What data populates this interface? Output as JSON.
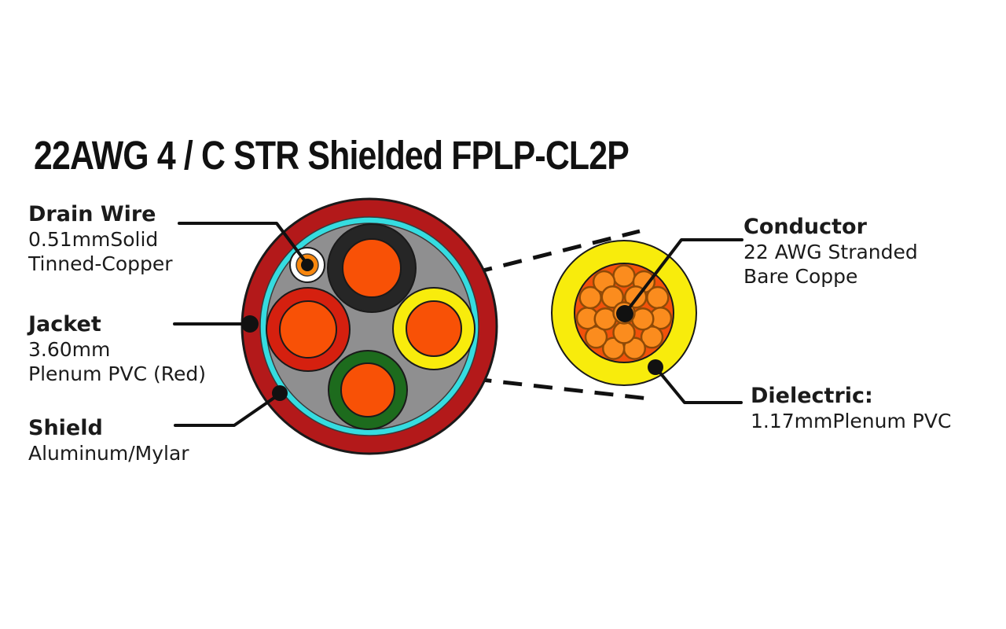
{
  "title": "22AWG 4 / C STR Shielded FPLP-CL2P",
  "labels": {
    "drain_wire": {
      "heading": "Drain Wire",
      "line1": "0.51mmSolid",
      "line2": "Tinned-Copper"
    },
    "jacket": {
      "heading": "Jacket",
      "line1": "3.60mm",
      "line2": "Plenum PVC (Red)"
    },
    "shield": {
      "heading": "Shield",
      "line1": "Aluminum/Mylar"
    },
    "conductor": {
      "heading": "Conductor",
      "line1": "22 AWG Stranded",
      "line2": "Bare Coppe"
    },
    "dielectric": {
      "heading": "Dielectric:",
      "line1": "1.17mmPlenum PVC"
    }
  },
  "colors": {
    "jacket": "#b3191a",
    "shield_foil": "#35dce0",
    "filler_gray": "#8f8f90",
    "pair_black": "#262626",
    "pair_red": "#d5200f",
    "pair_yellow": "#f8ec0c",
    "pair_green": "#1d6b1d",
    "copper": "#f85106",
    "drain_ring": "#ffffff",
    "drain_copper": "#f8860d",
    "dielectric_yellow": "#f8ec0c",
    "conductor_core": "#f2520a",
    "strand": "#fb8c1e",
    "line": "#111111"
  }
}
